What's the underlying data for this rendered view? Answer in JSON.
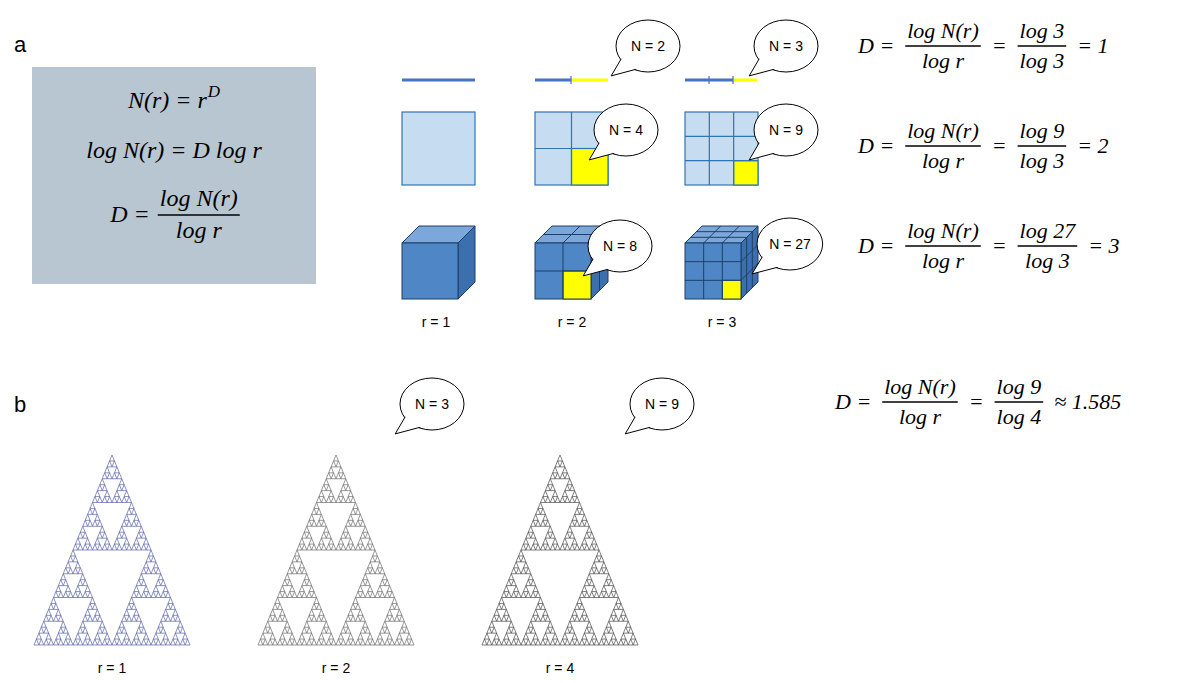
{
  "diagram": {
    "nodes": [
      {
        "text": [
          "N(r) = r",
          "D",
          "log N(r) = D log r",
          "D =",
          "log N(r)",
          "log r"
        ]
      },
      {
        "text": [
          "N = 2"
        ]
      },
      {
        "text": [
          "N = 3"
        ]
      },
      {
        "text": [
          "N = 4"
        ]
      },
      {
        "text": [
          "N = 9"
        ]
      },
      {
        "text": [
          "N = 8"
        ]
      },
      {
        "text": [
          "N = 27"
        ]
      },
      {
        "text": [
          "N = 3"
        ]
      },
      {
        "text": [
          "N = 9"
        ]
      }
    ],
    "labels": [
      "a",
      "r = 1",
      "r = 2",
      "r = 3",
      "D =",
      "log N(r)",
      "log r",
      "=",
      "log 3",
      "log 3",
      "= 1",
      "D =",
      "log N(r)",
      "log r",
      "=",
      "log 9",
      "log 3",
      "= 2",
      "D =",
      "log N(r)",
      "log r",
      "=",
      "log 27",
      "log 3",
      "= 3",
      "b",
      "r = 1",
      "r = 2",
      "r = 4",
      "D =",
      "log N(r)",
      "log r",
      "=",
      "log 9",
      "log 4",
      "≈ 1.585"
    ]
  }
}
